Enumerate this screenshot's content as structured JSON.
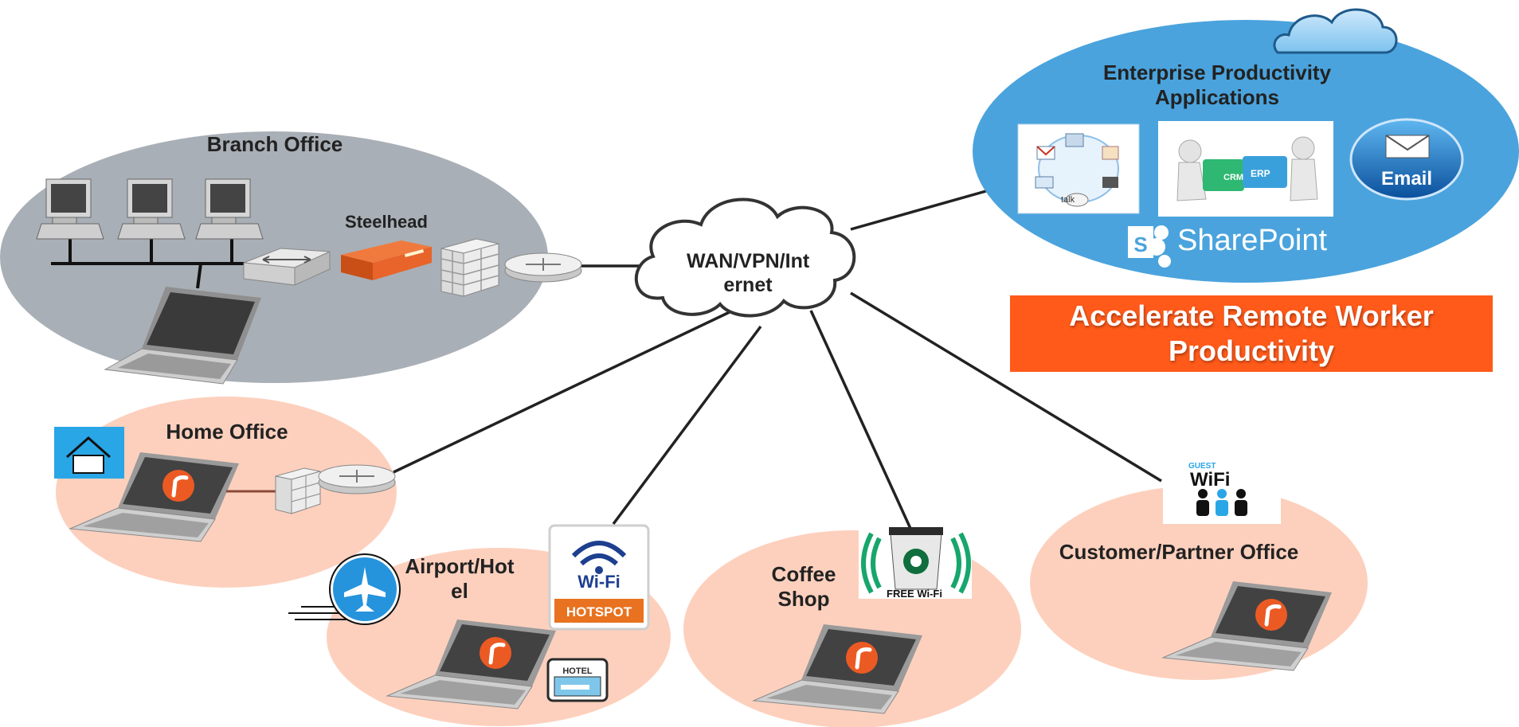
{
  "labels": {
    "branch_office": "Branch Office",
    "steelhead": "Steelhead",
    "wan": "WAN/VPN/Int\nernet",
    "enterprise_apps": "Enterprise Productivity\nApplications",
    "sharepoint": "SharePoint",
    "sharepoint_letter": "S",
    "email": "Email",
    "home_office": "Home Office",
    "airport_hotel": "Airport/Hot\nel",
    "coffee_shop": "Coffee\nShop",
    "customer_partner": "Customer/Partner Office"
  },
  "banner": {
    "text": "Accelerate Remote Worker\nProductivity"
  },
  "badges": {
    "wifi_hotspot_top": "Wi-Fi",
    "wifi_hotspot_bottom": "HOTSPOT",
    "hotel": "HOTEL",
    "free_wifi": "FREE Wi-Fi",
    "guest": "GUEST",
    "guest_wifi": "WiFi",
    "erp": "ERP",
    "crm": "CRM",
    "talk": "talk"
  },
  "colors": {
    "branch_ellipse": "#a9afb6",
    "remote_ellipse": "#fdd0bd",
    "enterprise_ellipse": "#4aa3dd",
    "banner": "#ff5a1a",
    "steelhead": "#e8642a",
    "riverbed_logo": "#ec5a24",
    "link": "#222222"
  },
  "icons": [
    "desktop-icon",
    "laptop-icon",
    "switch-icon",
    "router-icon",
    "firewall-icon",
    "steelhead-appliance-icon",
    "cloud-icon",
    "home-icon",
    "airplane-icon",
    "wifi-hotspot-icon",
    "hotel-icon",
    "coffee-cup-icon",
    "guest-wifi-icon",
    "gmail-apps-icon",
    "crm-erp-puzzle-icon",
    "email-icon",
    "sharepoint-icon"
  ]
}
